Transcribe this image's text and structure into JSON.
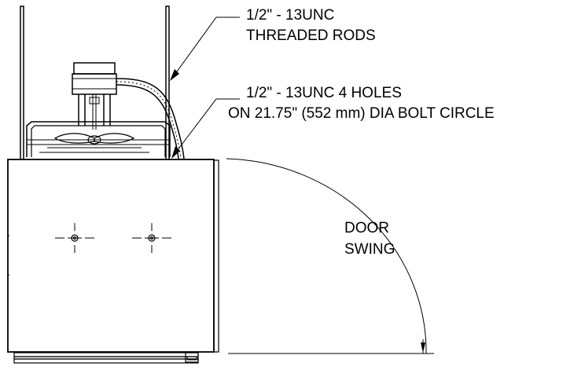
{
  "callouts": {
    "rods_line1": "1/2\" - 13UNC",
    "rods_line2": "THREADED RODS",
    "holes_line1": "1/2\" - 13UNC 4 HOLES",
    "holes_line2": "ON 21.75\" (552 mm) DIA BOLT CIRCLE",
    "door_line1": "DOOR",
    "door_line2": "SWING"
  },
  "colors": {
    "line": "#000000",
    "background": "#ffffff"
  }
}
